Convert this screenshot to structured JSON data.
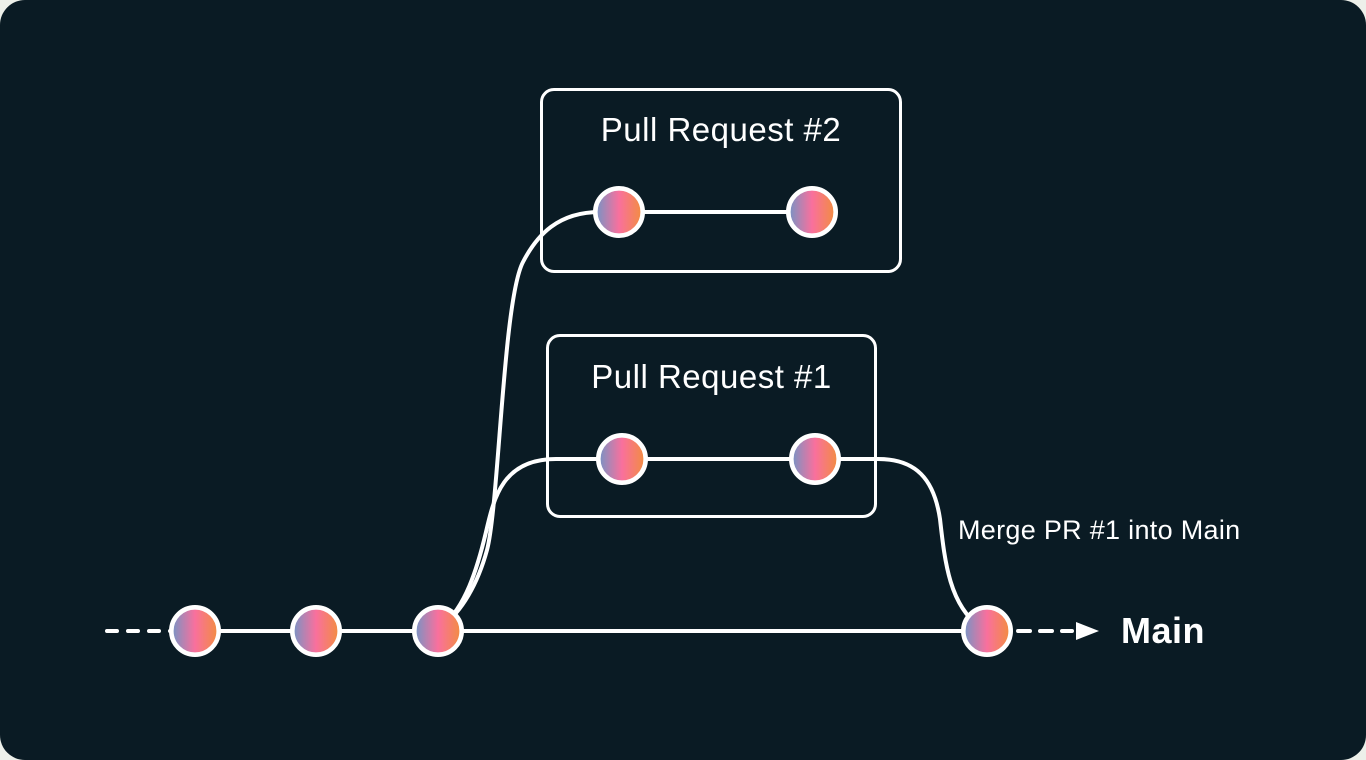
{
  "diagram": {
    "canvas_background": "#0a1b24",
    "page_background": "#edf0ea",
    "line_color": "#ffffff",
    "node_gradient": {
      "left": "#7295c6",
      "middle": "#f9709d",
      "right": "#f28e3d"
    },
    "boxes": [
      {
        "id": "pull-request-2",
        "label": "Pull Request #2",
        "commits": 2
      },
      {
        "id": "pull-request-1",
        "label": "Pull Request #1",
        "commits": 2
      }
    ],
    "main_branch": {
      "label": "Main",
      "commits": 4,
      "merge_annotation": "Merge PR #1 into Main"
    }
  }
}
